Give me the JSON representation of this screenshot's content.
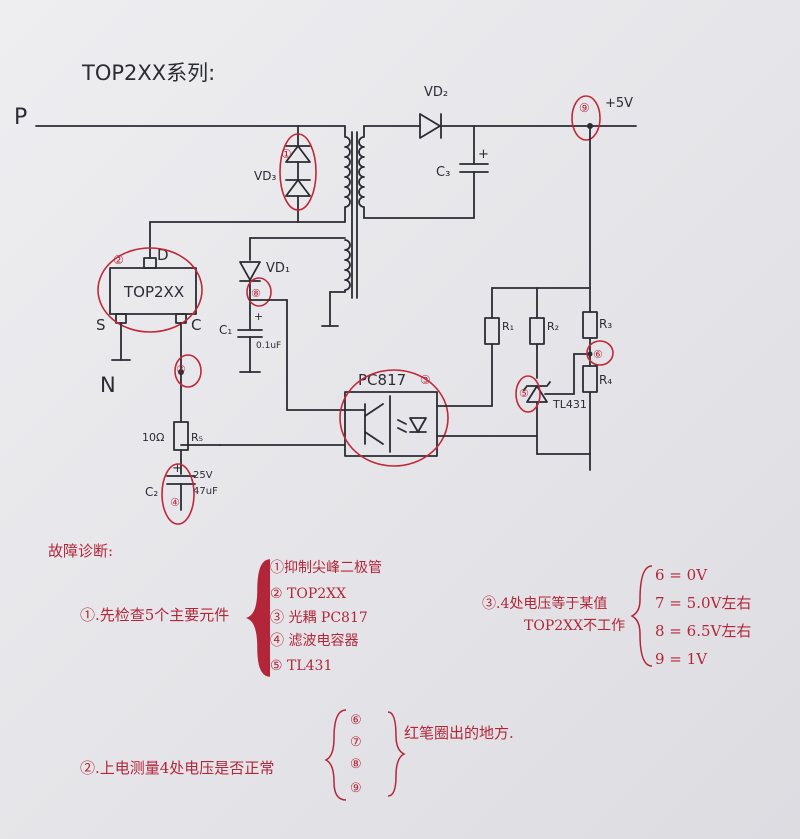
{
  "title": "TOP2XX系列:",
  "labels": {
    "P": "P",
    "N": "N",
    "D": "D",
    "S": "S",
    "C": "C",
    "chip": "TOP2XX",
    "vd1": "VD₁",
    "vd2": "VD₂",
    "vd3": "VD₃",
    "c1": "C₁",
    "c1_value": "0.1uF",
    "c2": "C₂",
    "c2_value": "25V\n47uF",
    "c3": "C₃",
    "r1": "R₁",
    "r2": "R₂",
    "r3": "R₃",
    "r4": "R₄",
    "r5": "R₅",
    "r5_value": "10Ω",
    "pc817": "PC817",
    "tl431": "TL431",
    "plus5v": "+5V",
    "plus": "+"
  },
  "markers": {
    "m1": "①",
    "m2": "②",
    "m3": "③",
    "m4": "④",
    "m5": "⑤",
    "m6": "⑥",
    "m7": "⑦",
    "m8": "⑧",
    "m9": "⑨"
  },
  "notes": {
    "heading": "故障诊断:",
    "step1": "①.先检查5个主要元件",
    "step1_items": [
      "①抑制尖峰二极管",
      "② TOP2XX",
      "③ 光耦 PC817",
      "④ 滤波电容器",
      "⑤ TL431"
    ],
    "step2": "②.上电测量4处电压是否正常",
    "step2_items": [
      "⑥",
      "⑦",
      "⑧",
      "⑨"
    ],
    "step2_note": "红笔圈出的地方.",
    "step3": "③.4处电压等于某值",
    "step3_sub": "TOP2XX不工作",
    "values": [
      "6 = 0V",
      "7 = 5.0V左右",
      "8 = 6.5V左右",
      "9 = 1V"
    ]
  },
  "colors": {
    "ink": "#2b2b33",
    "red_pen": "#c0283a",
    "paper": "#e9e9ec"
  }
}
